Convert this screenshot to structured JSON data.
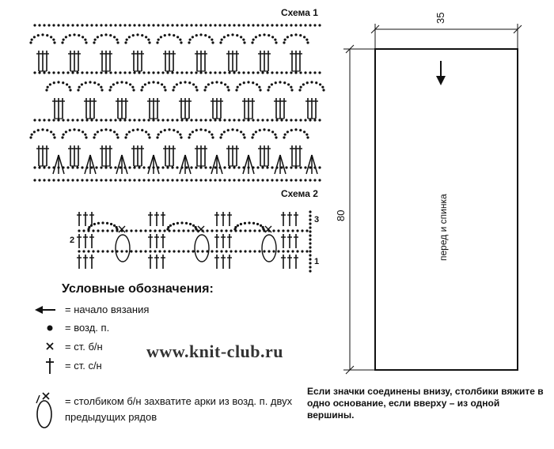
{
  "schema1": {
    "title": "Схема 1"
  },
  "schema2": {
    "title": "Схема 2",
    "row_numbers": [
      "3",
      "2",
      "1"
    ]
  },
  "legend": {
    "title": "Условные обозначения:",
    "items": [
      {
        "icon": "arrow-left-icon",
        "text": "= начало вязания"
      },
      {
        "icon": "chain-stitch-icon",
        "text": "= возд. п."
      },
      {
        "icon": "single-crochet-icon",
        "text": "= ст. б/н"
      },
      {
        "icon": "double-crochet-icon",
        "text": "= ст. с/н"
      },
      {
        "icon": "joined-arch-stitch-icon",
        "text": "= столбиком б/н захватите арки из возд. п. двух предыдущих рядов"
      }
    ]
  },
  "watermark": "www.knit-club.ru",
  "pattern_piece": {
    "label": "перед и спинка",
    "width_label": "35",
    "height_label": "80"
  },
  "note": "Если значки соединены внизу, столбики вяжите в одно основание, если вверху – из одной вершины."
}
